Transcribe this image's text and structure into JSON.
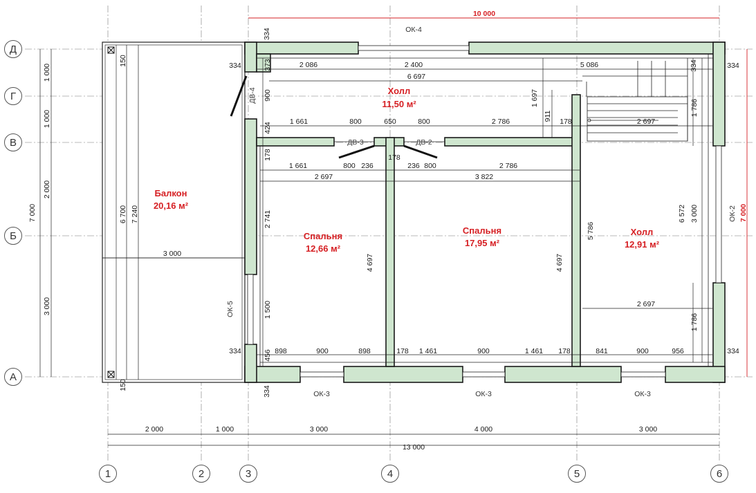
{
  "axes": {
    "columns": [
      "1",
      "2",
      "3",
      "4",
      "5",
      "6"
    ],
    "rows": [
      "Д",
      "Г",
      "В",
      "Б",
      "А"
    ]
  },
  "rooms": [
    {
      "name": "Балкон",
      "area": "20,16 м²"
    },
    {
      "name": "Холл",
      "area": "11,50 м²"
    },
    {
      "name": "Спальня",
      "area": "12,66 м²"
    },
    {
      "name": "Спальня",
      "area": "17,95 м²"
    },
    {
      "name": "Холл",
      "area": "12,91 м²"
    }
  ],
  "openings": {
    "windows": [
      "ОК-4",
      "ОК-3",
      "ОК-3",
      "ОК-3",
      "ОК-5",
      "ОК-2"
    ],
    "doors": [
      "ДВ-4",
      "ДВ-3",
      "ДВ-2"
    ]
  },
  "dimensions": {
    "top_total": "10 000",
    "right_total": "7 000",
    "bottom_segments": [
      "2 000",
      "1 000",
      "3 000",
      "4 000",
      "3 000"
    ],
    "bottom_total": "13 000",
    "left_segments": [
      "1 000",
      "1 000",
      "2 000",
      "3 000"
    ],
    "left_total": "7 000",
    "hall_row": [
      "2 086",
      "2 400",
      "5 086"
    ],
    "hall_span": "6 697",
    "hall_vert": [
      "373",
      "900",
      "1 697",
      "911",
      "424",
      "178"
    ],
    "door_row_top": [
      "1 661",
      "800",
      "650",
      "800",
      "2 786",
      "178"
    ],
    "stair_width": "2 697",
    "door_row_bottom": [
      "1 661",
      "800",
      "236",
      "178",
      "236",
      "800",
      "2 786"
    ],
    "room_widths": [
      "2 697",
      "3 822"
    ],
    "room_heights": [
      "2 741",
      "1 500",
      "4 697",
      "4 697",
      "5 786",
      "6 572",
      "3 000",
      "1 786",
      "1 786"
    ],
    "balcony": [
      "6 700",
      "7 240",
      "3 000",
      "150",
      "150"
    ],
    "hall_right_width": "2 697",
    "window_row": [
      "334",
      "456",
      "898",
      "900",
      "898",
      "178",
      "1 461",
      "900",
      "1 461",
      "178",
      "841",
      "900",
      "956",
      "334"
    ],
    "wall_ticks": [
      "334",
      "334",
      "334",
      "334",
      "334"
    ]
  }
}
